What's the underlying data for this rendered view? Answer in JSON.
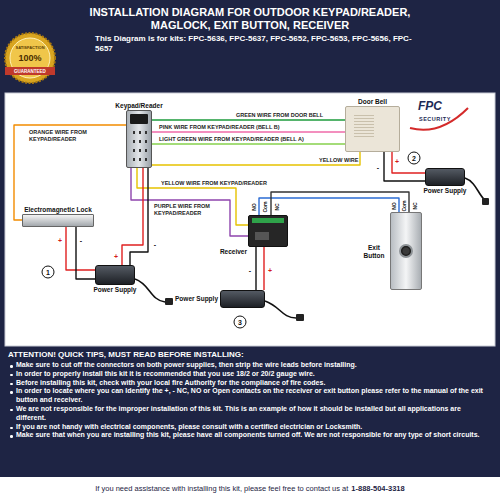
{
  "diagram": {
    "title": "INSTALLATION DIAGRAM FOR OUTDOOR KEYPAD/READER, MAGLOCK, EXIT BUTTON, RECEIVER",
    "nodes": [
      {
        "text": [
          "Keypad/Reader"
        ]
      },
      {
        "text": [
          "Door Bell"
        ]
      },
      {
        "text": [
          "Power Supply"
        ]
      },
      {
        "text": [
          "Electromagnetic Lock"
        ]
      },
      {
        "text": [
          "Receiver"
        ]
      },
      {
        "text": [
          "Exit Button"
        ]
      },
      {
        "text": [
          "Power Supply"
        ]
      },
      {
        "text": [
          "Power Supply"
        ]
      }
    ],
    "edges": [
      {
        "from": 1,
        "to": 0,
        "arrow": "none",
        "label": "GREEN WIRE FROM DOOR BELL"
      },
      {
        "from": 0,
        "to": 1,
        "arrow": "none",
        "label": "PINK WIRE FROM KEYPAD/READER (BELL B)"
      },
      {
        "from": 0,
        "to": 1,
        "arrow": "none",
        "label": "LIGHT GREEN WIRE FROM KEYPAD/READER (BELL A)"
      },
      {
        "from": 0,
        "to": 1,
        "arrow": "none",
        "label": "YELLOW WIRE"
      },
      {
        "from": 0,
        "to": 3,
        "arrow": "none",
        "label": "ORANGE WIRE FROM KEYPAD/READER"
      },
      {
        "from": 0,
        "to": 4,
        "arrow": "none",
        "label": "YELLOW WIRE FROM KEYPAD/READER"
      },
      {
        "from": 0,
        "to": 4,
        "arrow": "none",
        "label": "PURPLE WIRE FROM KEYPAD/READER"
      },
      {
        "from": 6,
        "to": 3,
        "arrow": "none"
      },
      {
        "from": 6,
        "to": 3,
        "arrow": "none"
      },
      {
        "from": 6,
        "to": 0,
        "arrow": "none"
      },
      {
        "from": 6,
        "to": 0,
        "arrow": "none"
      },
      {
        "from": 2,
        "to": 1,
        "arrow": "none"
      },
      {
        "from": 2,
        "to": 1,
        "arrow": "none"
      },
      {
        "from": 7,
        "to": 4,
        "arrow": "none"
      },
      {
        "from": 7,
        "to": 4,
        "arrow": "none"
      },
      {
        "from": 4,
        "to": 5,
        "arrow": "none"
      },
      {
        "from": 4,
        "to": 5,
        "arrow": "none"
      }
    ],
    "labels": [
      "This Diagram is for kits: FPC-5636, FPC-5637, FPC-5652, FPC-5653, FPC-5656, FPC-5657",
      "SATISFACTION",
      "100%",
      "GUARANTEED",
      "FPC",
      "SECURITY",
      "2",
      "+",
      "-",
      "NO",
      "Com",
      "NC",
      "NO",
      "Com",
      "NC",
      "+",
      "-",
      "+",
      "-",
      "1",
      "-",
      "+",
      "3",
      "ATTENTION! QUICK TIPS, MUST READ BEFORE INSTALLING:",
      "Make sure to cut off the connectors on both power supplies, then strip the wire leads before installing.",
      "In order to properly install this kit it is recommended that you use 18/2 or 20/2 gauge wire.",
      "Before installing this kit, check with your local fire Authority for the compliance of fire codes.",
      "In order to locate where you can Identify the +, - NC, NO or Open contacts on the receiver or exit button please refer to the manual of the exit button and receiver.",
      "We are not responsible for the improper installation of this kit. This is an example of how it should be installed but all applications are different.",
      "If you are not handy with electrical components, please consult with a certified electrician or Locksmith.",
      "Make sure that when you are installing this kit, please have all components turned off. We are not responsible for any type of short circuits.",
      "If you need assistance with installing this kit, please feel free to contact us at",
      "1-888-504-3318"
    ]
  }
}
